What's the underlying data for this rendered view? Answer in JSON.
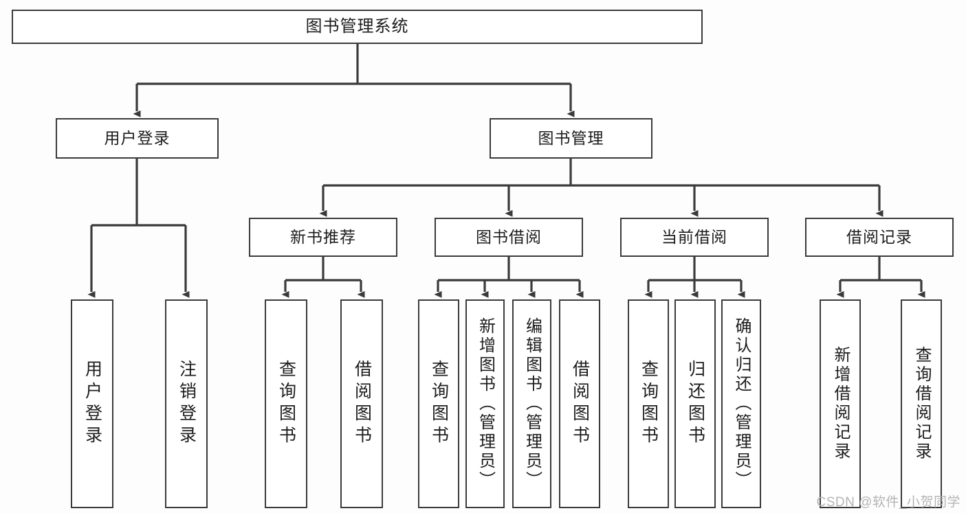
{
  "diagram": {
    "title": "图书管理系统",
    "type": "hierarchy-tree",
    "watermark": "CSDN @软件_小贺同学",
    "colors": {
      "line": "#3a3a3a",
      "box_border": "#3a3a3a",
      "box_fill": "#ffffff",
      "background": "#fdfdfd",
      "text": "#1c1c1c",
      "watermark": "#b4b4b4"
    }
  },
  "nodes": {
    "root": {
      "label": "图书管理系统",
      "level": 1
    },
    "level2": [
      {
        "id": "user-login",
        "label": "用户登录"
      },
      {
        "id": "book-manage",
        "label": "图书管理"
      }
    ],
    "level3": [
      {
        "id": "new-book-recommend",
        "label": "新书推荐",
        "parent": "book-manage"
      },
      {
        "id": "book-borrow",
        "label": "图书借阅",
        "parent": "book-manage"
      },
      {
        "id": "current-borrow",
        "label": "当前借阅",
        "parent": "book-manage"
      },
      {
        "id": "borrow-record",
        "label": "借阅记录",
        "parent": "book-manage"
      }
    ],
    "leaves": [
      {
        "id": "leaf-user-login",
        "label": "用户登录",
        "parent": "user-login"
      },
      {
        "id": "leaf-logout-login",
        "label": "注销登录",
        "parent": "user-login"
      },
      {
        "id": "leaf-query-book-1",
        "label": "查询图书",
        "parent": "new-book-recommend"
      },
      {
        "id": "leaf-borrow-book-1",
        "label": "借阅图书",
        "parent": "new-book-recommend"
      },
      {
        "id": "leaf-query-book-2",
        "label": "查询图书",
        "parent": "book-borrow"
      },
      {
        "id": "leaf-add-book",
        "label": "新增图书（管理员）",
        "parent": "book-borrow"
      },
      {
        "id": "leaf-edit-book",
        "label": "编辑图书（管理员）",
        "parent": "book-borrow"
      },
      {
        "id": "leaf-borrow-book-2",
        "label": "借阅图书",
        "parent": "book-borrow"
      },
      {
        "id": "leaf-query-book-3",
        "label": "查询图书",
        "parent": "current-borrow"
      },
      {
        "id": "leaf-return-book",
        "label": "归还图书",
        "parent": "current-borrow"
      },
      {
        "id": "leaf-confirm-return",
        "label": "确认归还（管理员）",
        "parent": "current-borrow"
      },
      {
        "id": "leaf-add-record",
        "label": "新增借阅记录",
        "parent": "borrow-record"
      },
      {
        "id": "leaf-query-record",
        "label": "查询借阅记录",
        "parent": "borrow-record"
      }
    ]
  }
}
